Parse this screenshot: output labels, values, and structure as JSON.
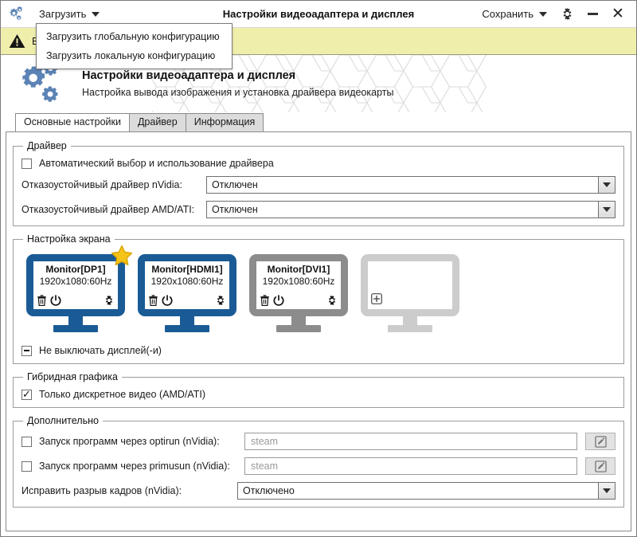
{
  "titlebar": {
    "app_icon": "gears-icon",
    "load_menu_label": "Загрузить",
    "title": "Настройки видеоадаптера и дисплея",
    "save_menu_label": "Сохранить",
    "settings_icon": "gear-icon",
    "minimize_icon": "minimize-icon",
    "close_icon": "close-icon"
  },
  "dropdown": {
    "items": [
      {
        "label": "Загрузить глобальную конфигурацию"
      },
      {
        "label": "Загрузить локальную конфигурацию"
      }
    ]
  },
  "warning": {
    "icon": "warning-icon",
    "text": "В",
    "bg_color": "#f0eeab"
  },
  "banner": {
    "icon": "gears-icon",
    "title": "Настройки видеоадаптера и дисплея",
    "subtitle": "Настройка вывода изображения и установка драйвера видеокарты"
  },
  "tabs": [
    {
      "label": "Основные настройки",
      "active": true
    },
    {
      "label": "Драйвер",
      "active": false
    },
    {
      "label": "Информация",
      "active": false
    }
  ],
  "driver_group": {
    "legend": "Драйвер",
    "auto_checkbox": {
      "label": "Автоматический выбор и использование драйвера",
      "state": "unchecked"
    },
    "nvidia_row": {
      "label": "Отказоустойчивый драйвер nVidia:",
      "value": "Отключен"
    },
    "amd_row": {
      "label": "Отказоустойчивый драйвер AMD/ATI:",
      "value": "Отключен"
    }
  },
  "screen_group": {
    "legend": "Настройка экрана",
    "monitors": [
      {
        "name": "Monitor[DP1]",
        "mode": "1920x1080:60Hz",
        "color": "#1a5b96",
        "primary": true,
        "star_icon": "star-icon",
        "icons": [
          "trash-icon",
          "power-icon",
          "gear-icon"
        ]
      },
      {
        "name": "Monitor[HDMI1]",
        "mode": "1920x1080:60Hz",
        "color": "#1a5b96",
        "primary": false,
        "icons": [
          "trash-icon",
          "power-icon",
          "gear-icon"
        ]
      },
      {
        "name": "Monitor[DVI1]",
        "mode": "1920x1080:60Hz",
        "color": "#8c8c8c",
        "primary": false,
        "icons": [
          "trash-icon",
          "power-icon",
          "gear-icon"
        ]
      },
      {
        "name": "",
        "mode": "",
        "color": "#cccccc",
        "primary": false,
        "add_icon": "plus-box-icon",
        "icons": []
      }
    ],
    "keep_on_checkbox": {
      "label": "Не выключать дисплей(-и)",
      "state": "partial"
    }
  },
  "hybrid_group": {
    "legend": "Гибридная графика",
    "discrete_checkbox": {
      "label": "Только дискретное видео (AMD/ATI)",
      "state": "checked"
    }
  },
  "extra_group": {
    "legend": "Дополнительно",
    "optirun": {
      "label": "Запуск программ через optirun (nVidia):",
      "state": "unchecked",
      "placeholder": "steam",
      "value": "",
      "edit_icon": "pencil-icon"
    },
    "primusun": {
      "label": "Запуск программ через primusun (nVidia):",
      "state": "unchecked",
      "placeholder": "steam",
      "value": "",
      "edit_icon": "pencil-icon"
    },
    "tearfix": {
      "label": "Исправить разрыв кадров (nVidia):",
      "value": "Отключено"
    }
  }
}
